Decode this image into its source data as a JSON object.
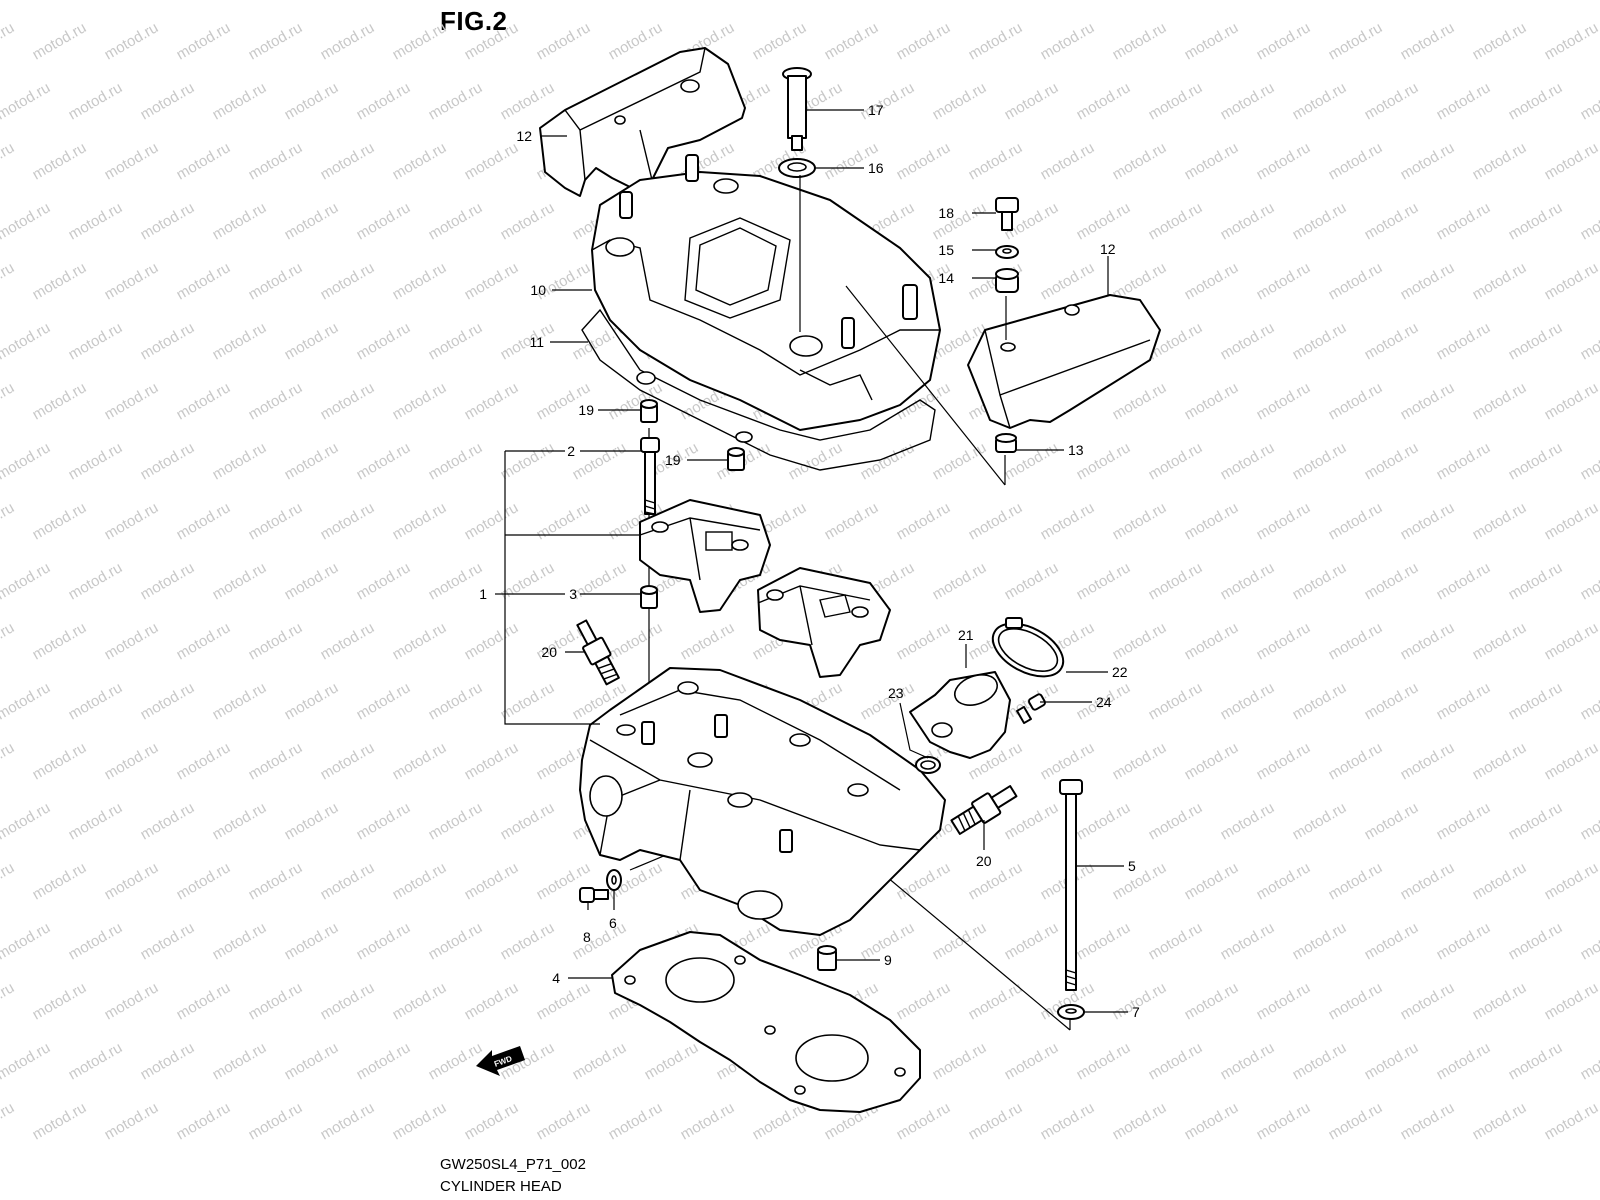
{
  "figure_label": "FIG.2",
  "diagram_code": "GW250SL4_P71_002",
  "diagram_name": "CYLINDER HEAD",
  "watermark": "motod.ru",
  "fwd_label": "FWD",
  "callouts": [
    {
      "id": "c12a",
      "label": "12"
    },
    {
      "id": "c17",
      "label": "17"
    },
    {
      "id": "c16",
      "label": "16"
    },
    {
      "id": "c18",
      "label": "18"
    },
    {
      "id": "c15",
      "label": "15"
    },
    {
      "id": "c12b",
      "label": "12"
    },
    {
      "id": "c14",
      "label": "14"
    },
    {
      "id": "c10",
      "label": "10"
    },
    {
      "id": "c11",
      "label": "11"
    },
    {
      "id": "c19a",
      "label": "19"
    },
    {
      "id": "c2",
      "label": "2"
    },
    {
      "id": "c19b",
      "label": "19"
    },
    {
      "id": "c13",
      "label": "13"
    },
    {
      "id": "c1",
      "label": "1"
    },
    {
      "id": "c3",
      "label": "3"
    },
    {
      "id": "c20a",
      "label": "20"
    },
    {
      "id": "c21",
      "label": "21"
    },
    {
      "id": "c22",
      "label": "22"
    },
    {
      "id": "c23",
      "label": "23"
    },
    {
      "id": "c24",
      "label": "24"
    },
    {
      "id": "c20b",
      "label": "20"
    },
    {
      "id": "c5",
      "label": "5"
    },
    {
      "id": "c8",
      "label": "8"
    },
    {
      "id": "c6",
      "label": "6"
    },
    {
      "id": "c9",
      "label": "9"
    },
    {
      "id": "c4",
      "label": "4"
    },
    {
      "id": "c7",
      "label": "7"
    }
  ]
}
